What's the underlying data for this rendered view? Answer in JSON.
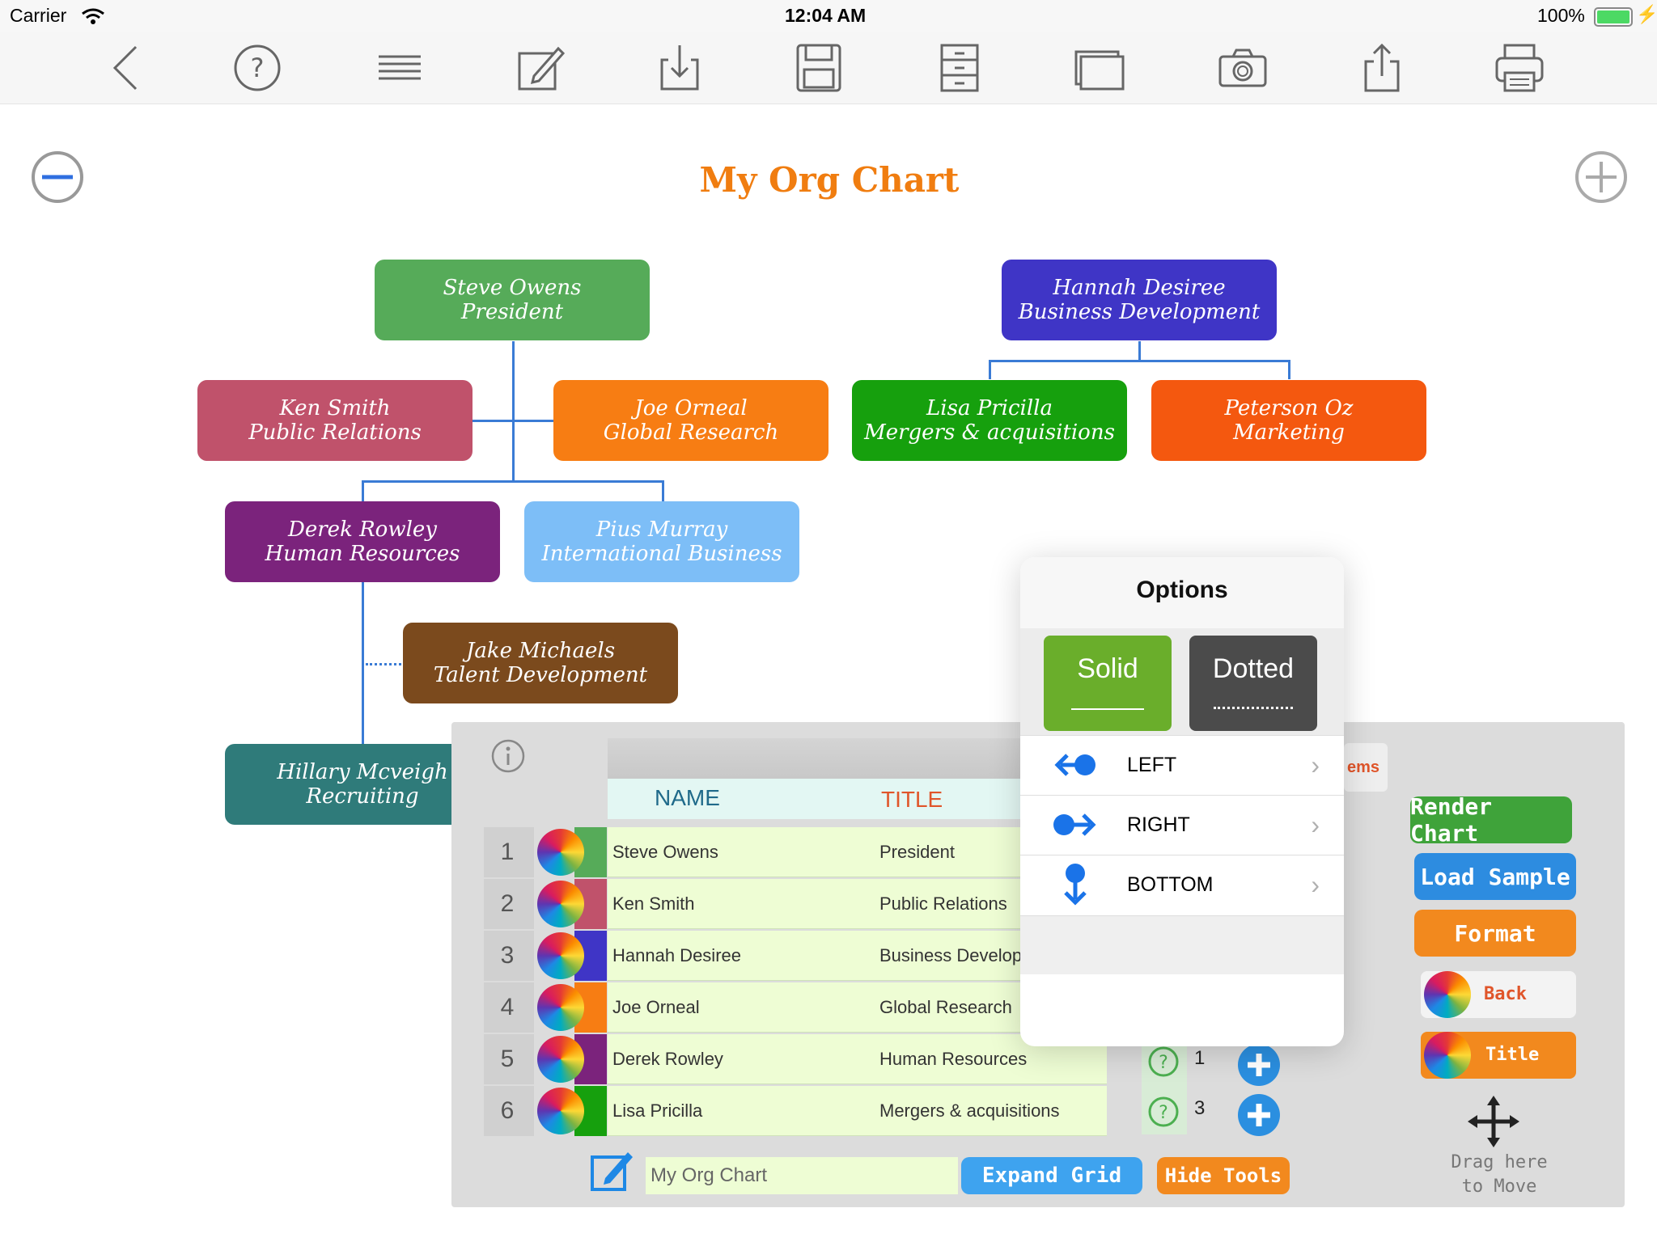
{
  "status_bar": {
    "carrier": "Carrier",
    "time": "12:04 AM",
    "battery": "100%"
  },
  "toolbar": {
    "icons": [
      "back-chevron-icon",
      "help-icon",
      "list-icon",
      "edit-icon",
      "download-icon",
      "save-icon",
      "cabinet-icon",
      "window-icon",
      "camera-icon",
      "share-icon",
      "print-icon"
    ]
  },
  "chart": {
    "title": "My Org Chart",
    "boxes": [
      {
        "name": "Steve Owens",
        "title": "President",
        "color": "#56ab59"
      },
      {
        "name": "Ken Smith",
        "title": "Public Relations",
        "color": "#c0526b"
      },
      {
        "name": "Joe Orneal",
        "title": "Global Research",
        "color": "#f77d13"
      },
      {
        "name": "Derek Rowley",
        "title": "Human Resources",
        "color": "#7b237c"
      },
      {
        "name": "Pius Murray",
        "title": "International Business",
        "color": "#7dbef7"
      },
      {
        "name": "Jake Michaels",
        "title": "Talent Development",
        "color": "#7b4a1d"
      },
      {
        "name": "Hillary Mcveigh",
        "title": "Recruiting",
        "color": "#2f7b7a"
      },
      {
        "name": "Hannah Desiree",
        "title": "Business Development",
        "color": "#3f35c6"
      },
      {
        "name": "Lisa Pricilla",
        "title": "Mergers & acquisitions",
        "color": "#16a00d"
      },
      {
        "name": "Peterson Oz",
        "title": "Marketing",
        "color": "#f4580f"
      }
    ]
  },
  "grid": {
    "headers": {
      "name": "NAME",
      "title": "TITLE"
    },
    "rows": [
      {
        "num": "1",
        "name": "Steve Owens",
        "title": "President",
        "color": "#56ab59"
      },
      {
        "num": "2",
        "name": "Ken Smith",
        "title": "Public Relations",
        "color": "#c0526b"
      },
      {
        "num": "3",
        "name": "Hannah Desiree",
        "title": "Business Develop",
        "color": "#3f35c6"
      },
      {
        "num": "4",
        "name": "Joe Orneal",
        "title": "Global Research",
        "color": "#f77d13"
      },
      {
        "num": "5",
        "name": "Derek Rowley",
        "title": "Human Resources",
        "color": "#7b237c",
        "parent": "1"
      },
      {
        "num": "6",
        "name": "Lisa Pricilla",
        "title": "Mergers & acquisitions",
        "color": "#16a00d",
        "parent": "3"
      }
    ],
    "title_input": "My Org Chart",
    "partial_tab": "ems"
  },
  "side_buttons": {
    "render": "Render Chart",
    "load": "Load Sample",
    "format": "Format",
    "back": "Back",
    "title": "Title",
    "drag": "Drag here to Move"
  },
  "bottom_buttons": {
    "expand": "Expand Grid",
    "hide": "Hide Tools"
  },
  "options": {
    "title": "Options",
    "solid": "Solid",
    "dotted": "Dotted",
    "rows": [
      "LEFT",
      "RIGHT",
      "BOTTOM"
    ]
  }
}
